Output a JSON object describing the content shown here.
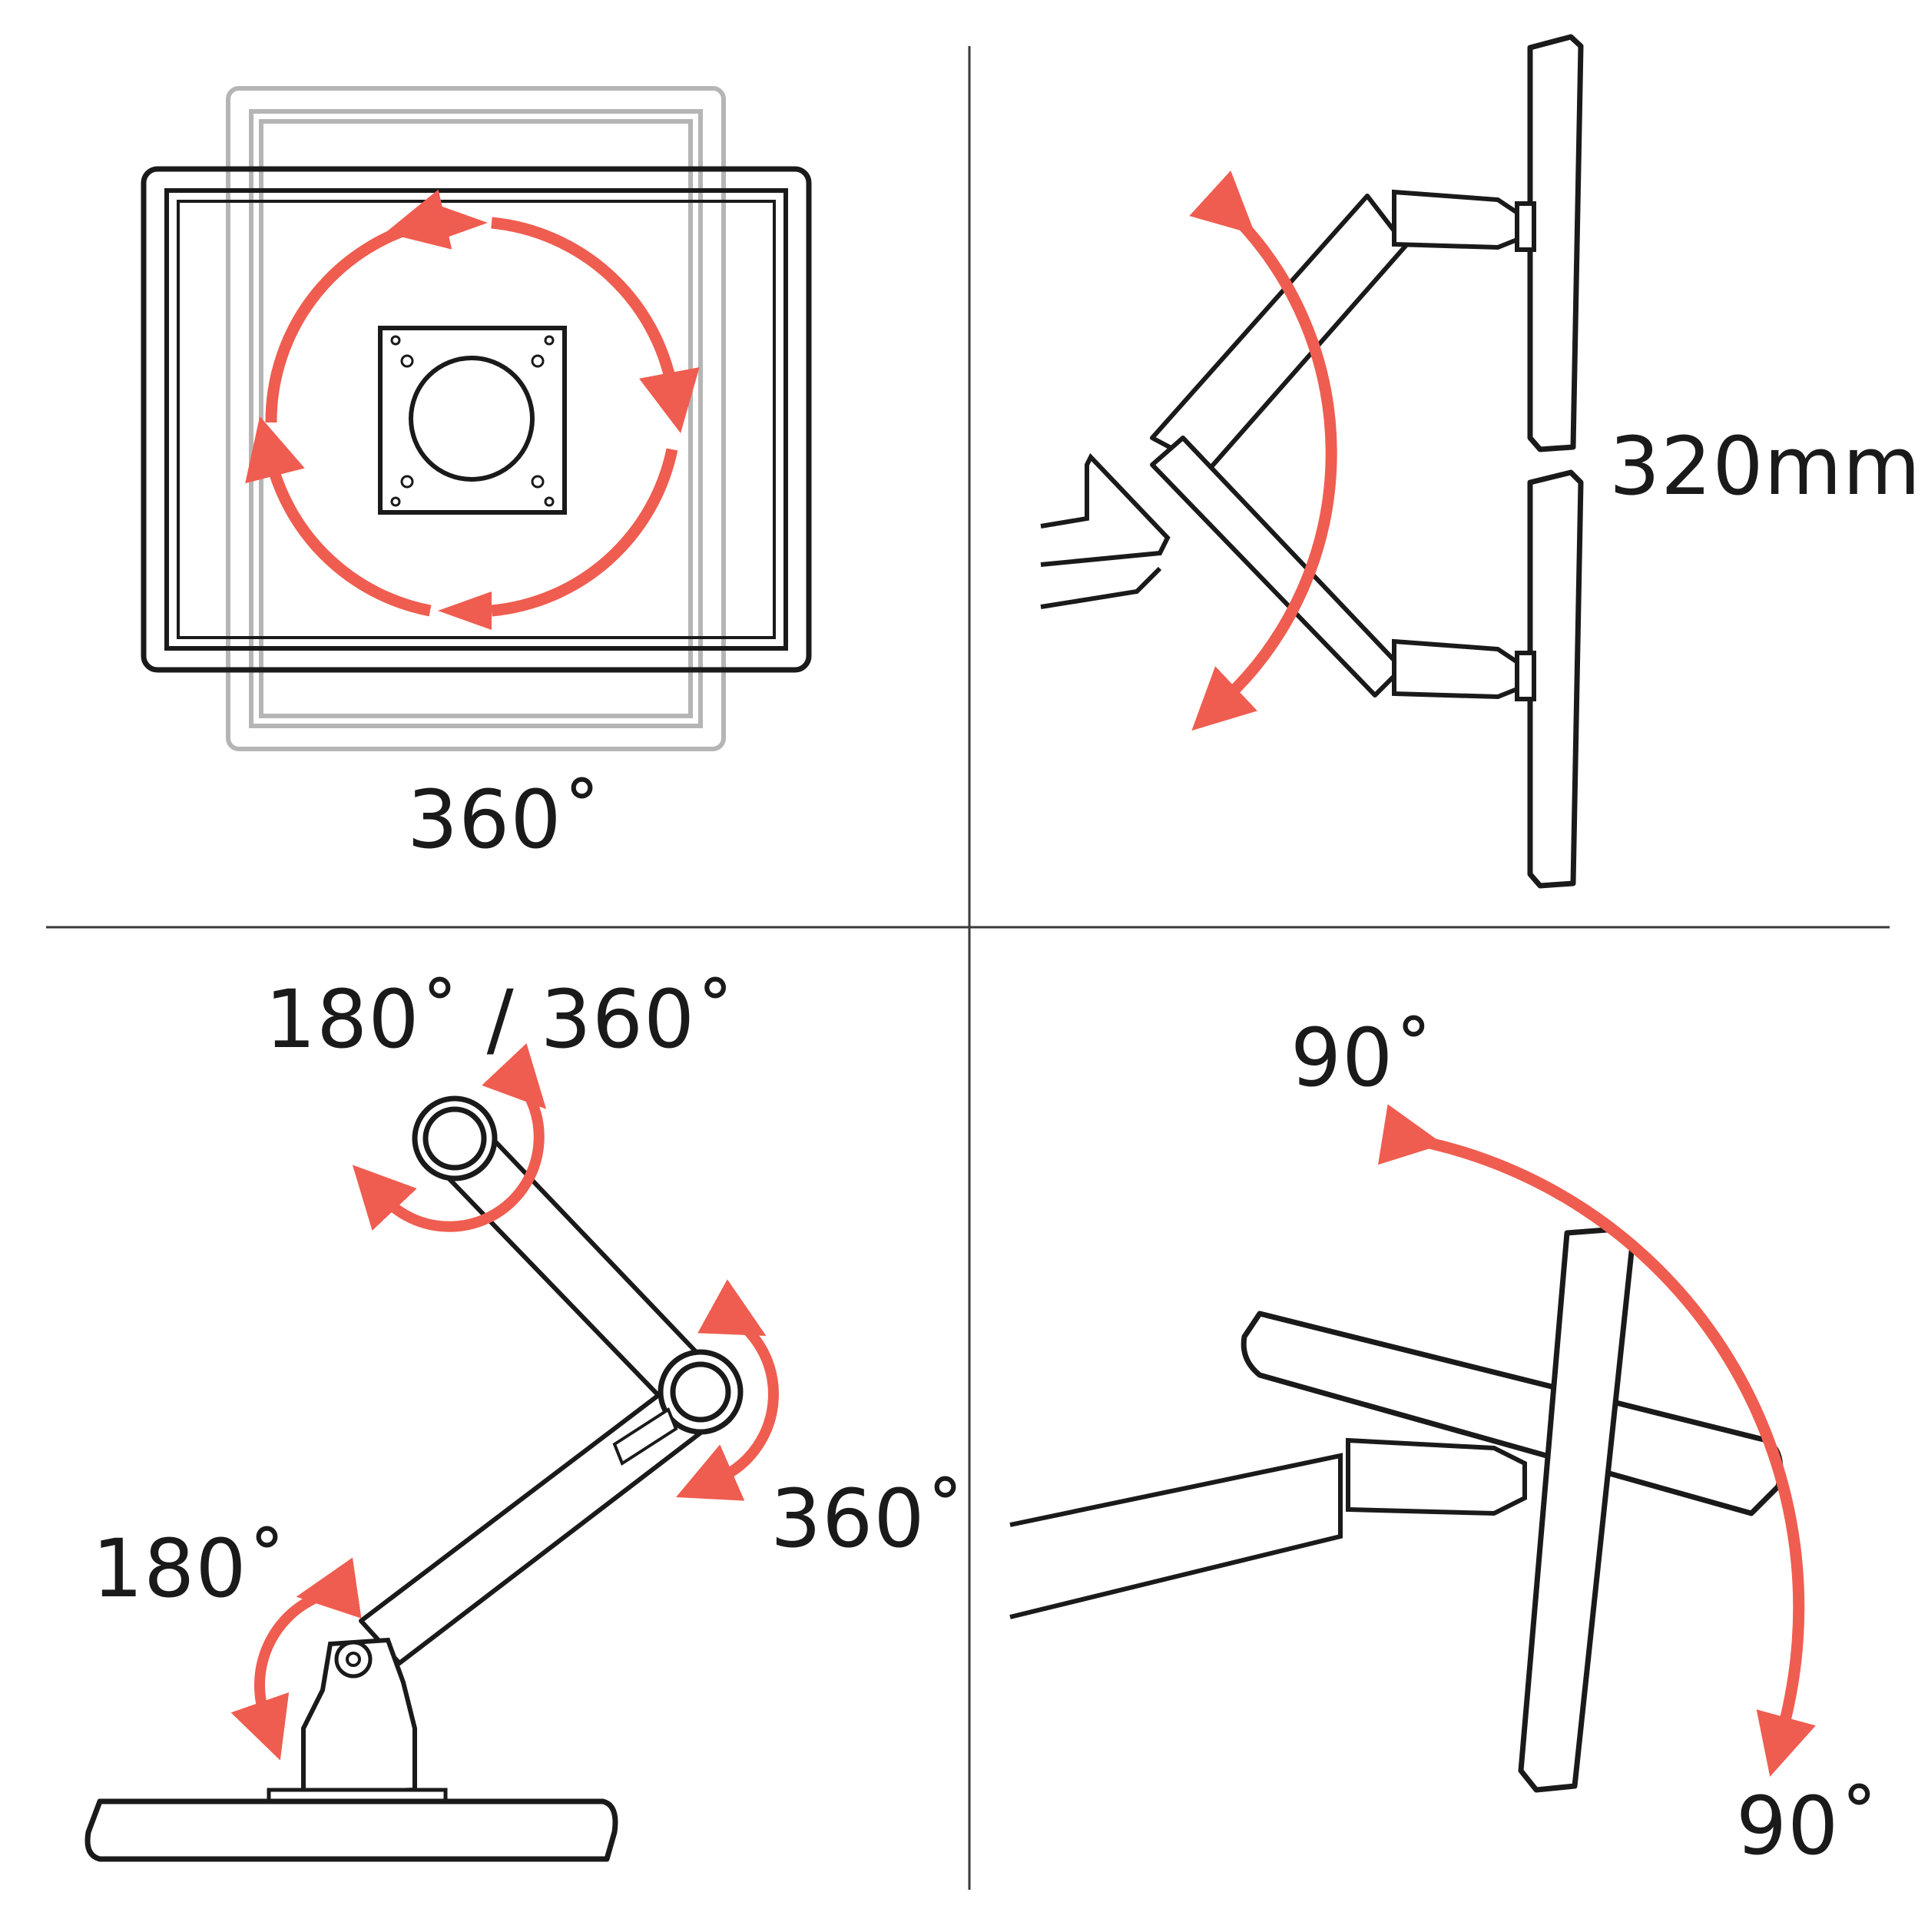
{
  "labels": {
    "rotation": "360˚",
    "height_adjustment": "320mm",
    "top_joint": "180˚ / 360˚",
    "elbow_joint": "360˚",
    "base_swivel": "180˚",
    "tilt_up": "90˚",
    "tilt_down": "90˚"
  },
  "colors": {
    "arrow": "#ef5d50",
    "outline": "#1a1a1a",
    "ghost_outline": "#b5b5b5",
    "divider": "#3a3a3a",
    "background": "#ffffff"
  }
}
